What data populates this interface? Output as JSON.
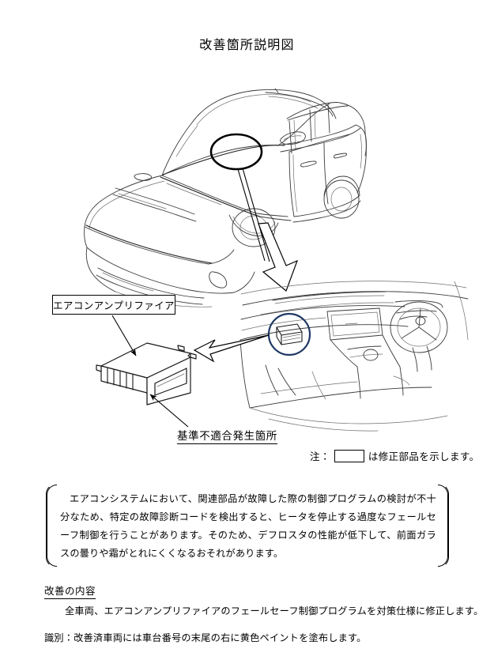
{
  "document": {
    "title": "改善箇所説明図"
  },
  "figures": {
    "vehicle_exterior": {
      "name": "vehicle-exterior-drawing",
      "highlight": "windshield-cowl-area-ellipse",
      "highlight_color": "#000000"
    },
    "vehicle_interior": {
      "name": "dashboard-interior-drawing",
      "highlight": "air-conditioner-amplifier-location-circle",
      "highlight_color": "#1f3864"
    },
    "part_drawing": {
      "name": "air-conditioner-amplifier-module"
    },
    "arrows": {
      "exterior_to_interior": "down-right-block-arrow",
      "interior_to_part": "left-block-arrow"
    }
  },
  "callouts": {
    "amplifier_label": "エアコンアンプリファイア",
    "defect_label": "基準不適合発生箇所"
  },
  "note": {
    "prefix": "注：",
    "suffix": "は修正部品を示します。"
  },
  "description": {
    "paragraph": "エアコンシステムにおいて、関連部品が故障した際の制御プログラムの検討が不十分なため、特定の故障診断コードを検出すると、ヒータを停止する過度なフェールセーフ制御を行うことがあります。そのため、デフロスタの性能が低下して、前面ガラスの曇りや霜がとれにくくなるおそれがあります。"
  },
  "improvement": {
    "heading": "改善の内容",
    "body": "全車両、エアコンアンプリファイアのフェールセーフ制御プログラムを対策仕様に修正します。"
  },
  "identification": {
    "body": "識別：改善済車両には車台番号の末尾の右に黄色ペイントを塗布します。"
  }
}
